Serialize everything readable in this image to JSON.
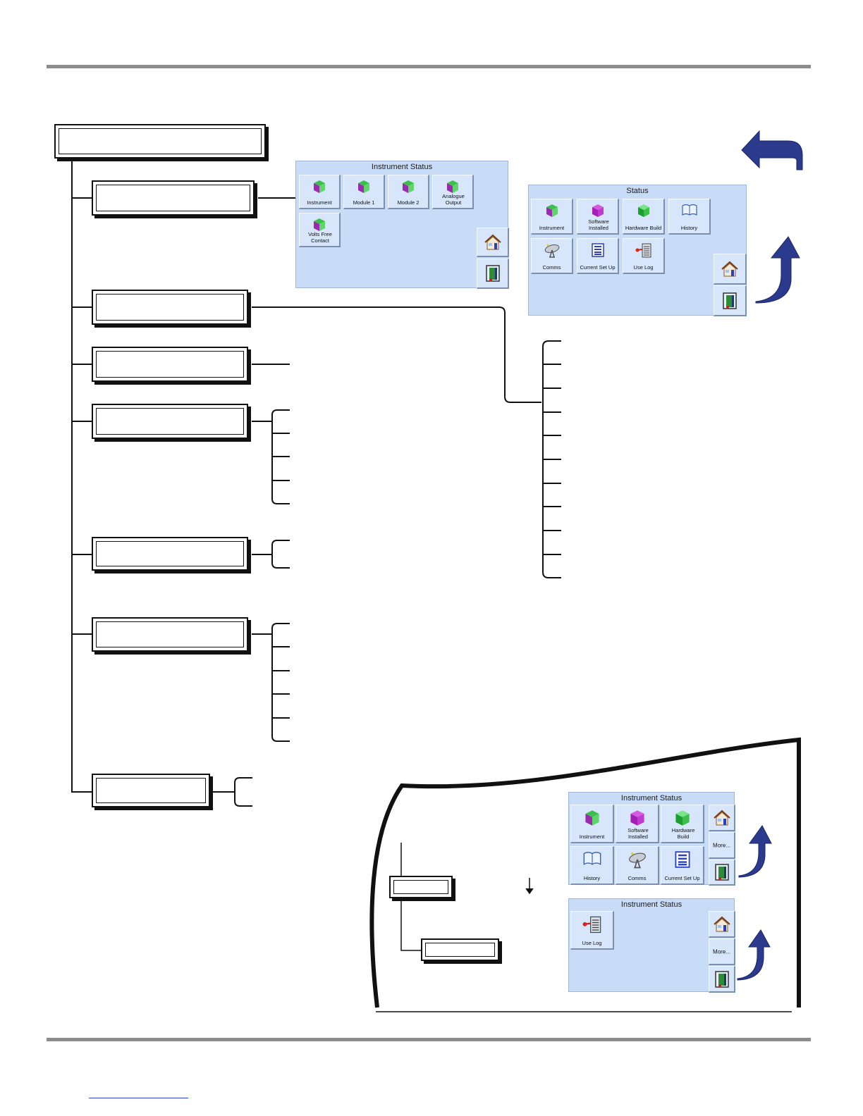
{
  "panels": {
    "instrument_status_1": {
      "title": "Instrument Status",
      "tiles": [
        "Instrument",
        "Module 1",
        "Module 2",
        "Analogue Output",
        "Volts Free Contact"
      ]
    },
    "status": {
      "title": "Status",
      "tiles": [
        "Instrument",
        "Software Installed",
        "Hardware Build",
        "History",
        "Comms",
        "Current Set Up",
        "Use Log"
      ]
    },
    "instrument_status_2": {
      "title": "Instrument Status",
      "tiles": [
        "Instrument",
        "Software Installed",
        "Hardware Build",
        "History",
        "Comms",
        "Current Set Up"
      ],
      "more_label": "More..."
    },
    "instrument_status_3": {
      "title": "Instrument Status",
      "tiles": [
        "Use Log"
      ],
      "more_label": "More..."
    }
  },
  "colors": {
    "panel_bg": "#c9dcf7",
    "arrow": "#2b3a8c",
    "rule": "#8c8c8c"
  }
}
